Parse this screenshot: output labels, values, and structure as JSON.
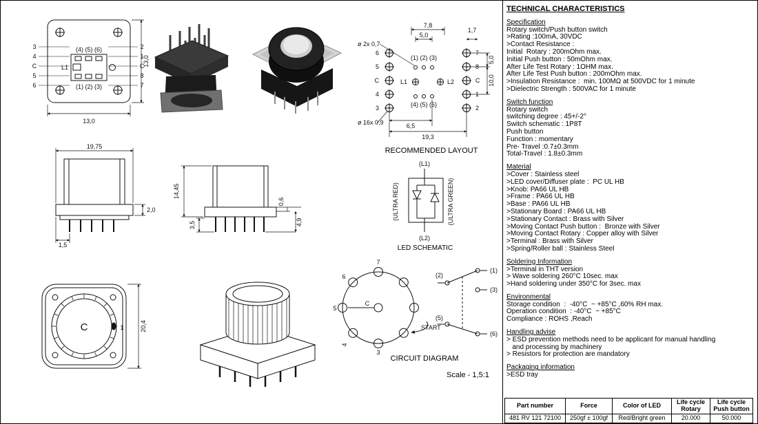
{
  "page": {
    "scale_note": "Scale - 1,5:1"
  },
  "drawing_titles": {
    "recommended_layout": "RECOMMENDED LAYOUT",
    "led_schematic": "LED SCHEMATIC",
    "circuit_diagram": "CIRCUIT DIAGRAM"
  },
  "front_view": {
    "left_pins": [
      "3",
      "4",
      "C",
      "5",
      "6"
    ],
    "right_pins": [
      "2",
      "1",
      "C",
      "8",
      "7"
    ],
    "top_label": "(4) (5) (6)",
    "bottom_label": "(1) (2) (3)",
    "led_label": "L1",
    "dim_width": "13,0",
    "dim_height": "13,0"
  },
  "layout_view": {
    "left_pins": [
      "6",
      "5",
      "C",
      "4",
      "3"
    ],
    "right_pins": [
      "7",
      "8",
      "C",
      "1",
      "2"
    ],
    "row1_label": "(1) (2) (3)",
    "row2_label": "(4) (5) (6)",
    "led1": "L1",
    "led2": "L2",
    "hole_small": "ø 2x 0,7",
    "hole_big": "ø 16x 0,9",
    "dims": {
      "top_outer": "7,8",
      "top_inner": "5,0",
      "top_right": "1,7",
      "right_upper": "5,0",
      "right_lower": "10,0",
      "bottom_inner": "6,5",
      "bottom_outer": "19,3"
    }
  },
  "side_view_a": {
    "dim_top": "19,75",
    "dim_right": "2,0",
    "dim_bottom": "1,5"
  },
  "side_view_b": {
    "dim_left": "14,45",
    "dim_right_upper": "0,6",
    "dim_right_lower": "4,9",
    "dim_bottom": "3,5"
  },
  "led_view": {
    "top": "(L1)",
    "bottom": "(L2)",
    "left": "(ULTRA RED)",
    "right": "(ULTRA GREEN)"
  },
  "top_view": {
    "center": "C",
    "pin1": "1",
    "dim_right": "20,4"
  },
  "circuit": {
    "pos7": "7",
    "pos6": "6",
    "pos5": "5",
    "pos4": "4",
    "pos3": "3",
    "common": "C",
    "start": "START",
    "c1": "(1)",
    "c2": "(2)",
    "c3": "(3)",
    "c5": "(5)",
    "c6": "(6)"
  },
  "tech": {
    "title": "TECHNICAL CHARACTERISTICS",
    "sections": [
      {
        "heading": "Specification",
        "lines": [
          "Rotary switch/Push button switch",
          ">Rating :100mA, 30VDC",
          ">Contact Resistance :",
          "Initial  Rotary : 200mOhm max.",
          "Initial Push button : 50mOhm max.",
          "After Life Test Rotary : 1OHM max.",
          "After Life Test Push button : 200mOhm max.",
          ">Insulation Resistance :  min. 100MΩ at 500VDC for 1 minute",
          ">Dielectric Strength : 500VAC for 1 minute"
        ]
      },
      {
        "heading": "Switch function",
        "lines": [
          "Rotary switch",
          "switching degree : 45+/-2°",
          "Switch schematic : 1P8T",
          "Push button",
          "Function : momentary",
          "Pre- Travel :0.7±0.3mm",
          "Total-Travel : 1.8±0.3mm"
        ]
      },
      {
        "heading": "Material",
        "lines": [
          ">Cover : Stainless steel",
          ">LED cover/Diffuser plate :  PC UL HB",
          ">Knob: PA66 UL HB",
          ">Frame : PA66 UL HB",
          ">Base : PA66 UL HB",
          ">Stationary Board : PA66 UL HB",
          ">Stationary Contact : Brass with Silver",
          ">Moving Contact Push button :  Bronze with Silver",
          ">Moving Contact Rotary : Copper alloy with Silver",
          ">Terminal : Brass with Silver",
          ">Spring/Roller ball : Stainless Steel"
        ]
      },
      {
        "heading": "Soldering Information",
        "lines": [
          ">Terminal in THT version",
          "> Wave soldering 260°C 10sec. max",
          ">Hand soldering under 350°C for 3sec. max"
        ]
      },
      {
        "heading": "Environmental",
        "lines": [
          "Storage condition  :  -40°C  ~ +85°C ,60% RH max.",
          "Operation condition  : -40°C  ~ +85°C",
          "Compliance : ROHS ,Reach"
        ]
      },
      {
        "heading": "Handling advise",
        "lines": [
          "> ESD prevention methods need to be applicant for manual handling",
          "   and processing by machinery",
          "> Resistors for protection are mandatory"
        ]
      },
      {
        "heading": "Packaging information",
        "lines": [
          ">ESD tray"
        ]
      }
    ]
  },
  "table": {
    "headers": [
      "Part number",
      "Force",
      "Color of LED",
      "Life cycle\nRotary",
      "Life cycle\nPush button"
    ],
    "row": [
      "481 RV 121 72100",
      "250gf ± 100gf",
      "Red/Bright green",
      "20.000",
      "50.000"
    ]
  }
}
